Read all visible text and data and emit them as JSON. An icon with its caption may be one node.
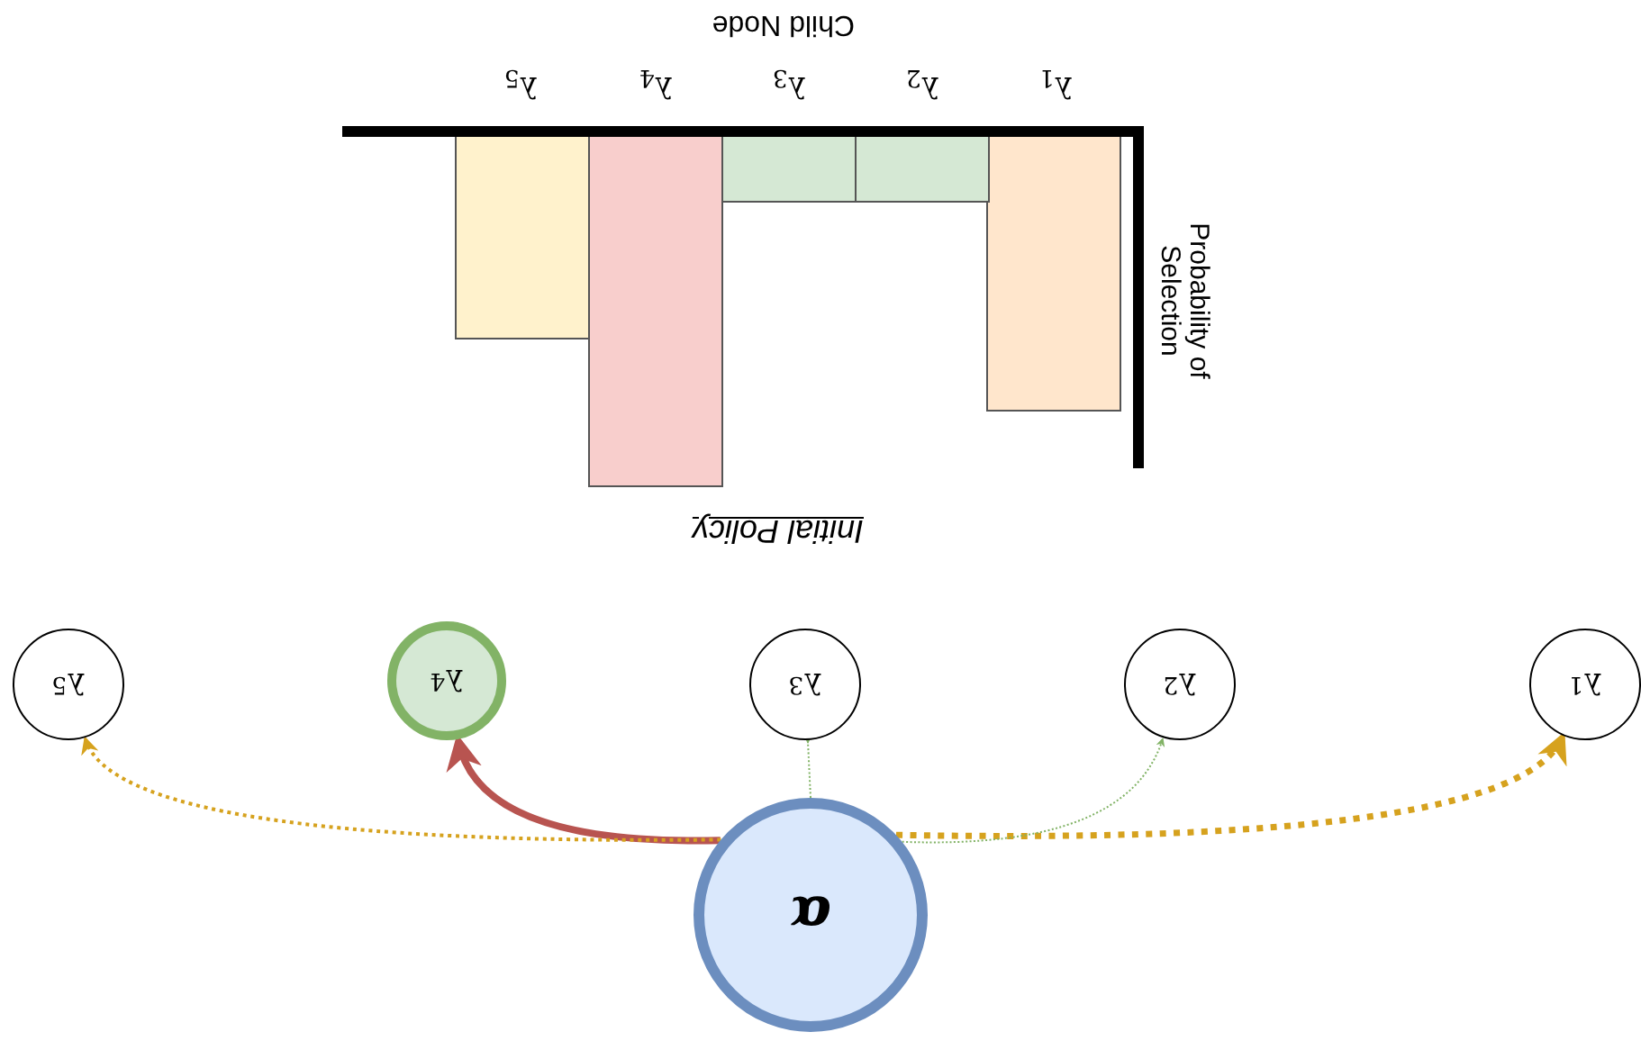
{
  "diagram": {
    "nodes": [
      {
        "text": [
          "α"
        ]
      },
      {
        "text": [
          "λ$_{1}$"
        ]
      },
      {
        "text": [
          "λ$_{2}$"
        ]
      },
      {
        "text": [
          "λ$_{3}$"
        ]
      },
      {
        "text": [
          "λ$_{4}$"
        ]
      },
      {
        "text": [
          "λ$_{5}$"
        ]
      }
    ],
    "edges": [
      {
        "from": 0,
        "to": 1,
        "arrow": "to",
        "style": "dashed",
        "color": "#d6a21e"
      },
      {
        "from": 0,
        "to": 2,
        "arrow": "to",
        "style": "dashed",
        "color": "#82b366"
      },
      {
        "from": 0,
        "to": 3,
        "arrow": "to",
        "style": "dashed",
        "color": "#82b366"
      },
      {
        "from": 0,
        "to": 4,
        "arrow": "to",
        "style": "thick",
        "color": "#b85450"
      },
      {
        "from": 0,
        "to": 5,
        "arrow": "to",
        "style": "dashed",
        "color": "#d6a21e"
      }
    ],
    "labels": [
      "Initial Policy",
      "Probability of Selection",
      "λ$_{1}$",
      "λ$_{2}$",
      "λ$_{3}$",
      "λ$_{4}$",
      "λ$_{5}$",
      "Child Node"
    ]
  }
}
